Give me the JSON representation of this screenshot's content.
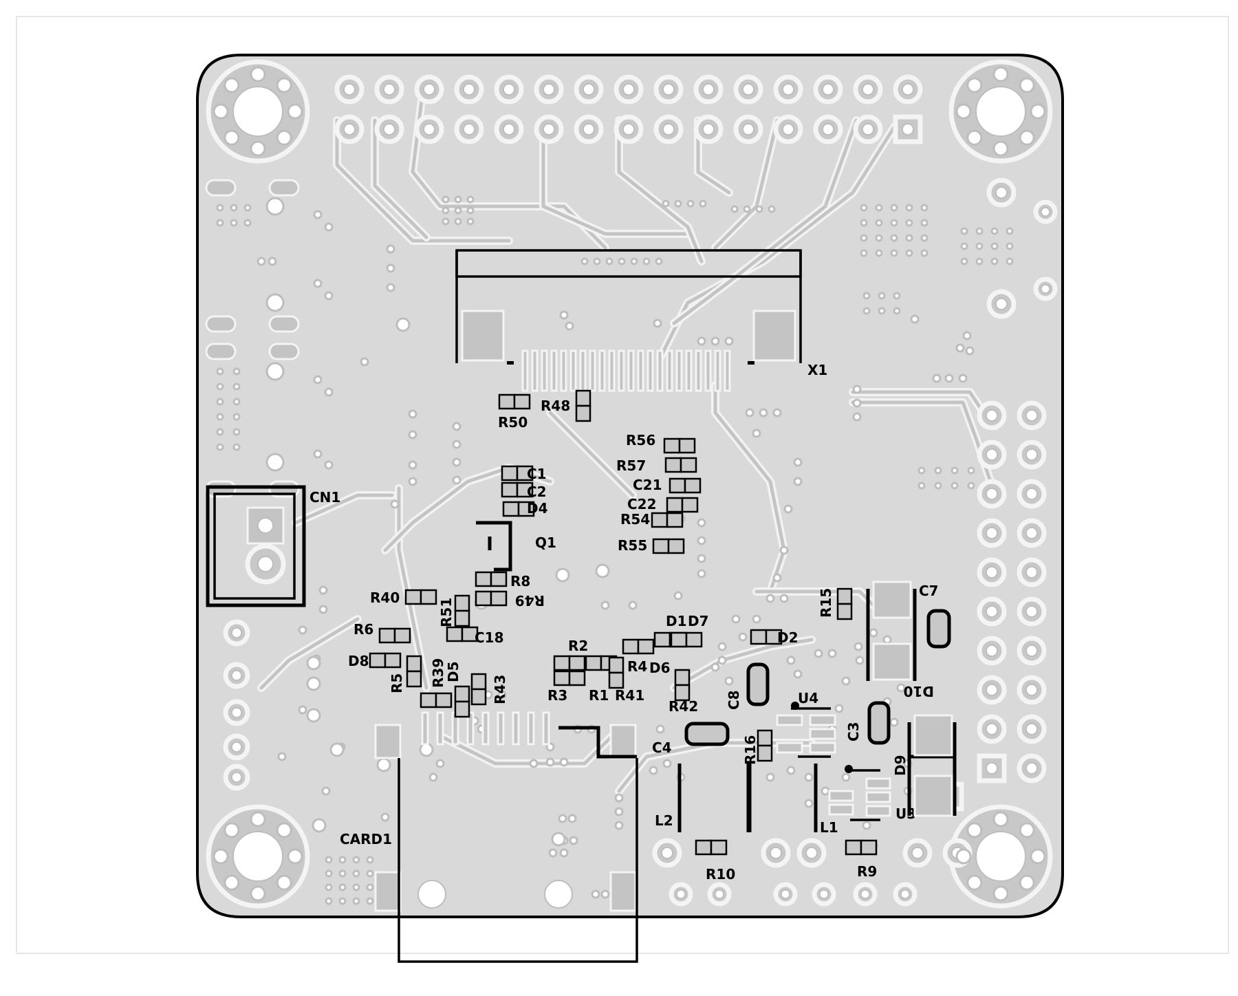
{
  "designators": {
    "x1": "X1",
    "cn1": "CN1",
    "card1": "CARD1",
    "q1": "Q1",
    "c1": "C1",
    "c2": "C2",
    "c3": "C3",
    "c4": "C4",
    "c7": "C7",
    "c8": "C8",
    "c18": "C18",
    "c21": "C21",
    "c22": "C22",
    "d1": "D1",
    "d2": "D2",
    "d4": "D4",
    "d5": "D5",
    "d6": "D6",
    "d7": "D7",
    "d8": "D8",
    "d9": "D9",
    "d10": "D10",
    "l1": "L1",
    "l2": "L2",
    "u3": "U3",
    "u4": "U4",
    "r1": "R1",
    "r2": "R2",
    "r3": "R3",
    "r4": "R4",
    "r5": "R5",
    "r6": "R6",
    "r8": "R8",
    "r9": "R9",
    "r10": "R10",
    "r15": "R15",
    "r16": "R16",
    "r39": "R39",
    "r40": "R40",
    "r41": "R41",
    "r42": "R42",
    "r43": "R43",
    "r48": "R48",
    "r49": "R49",
    "r50": "R50",
    "r51": "R51",
    "r54": "R54",
    "r55": "R55",
    "r56": "R56",
    "r57": "R57"
  }
}
